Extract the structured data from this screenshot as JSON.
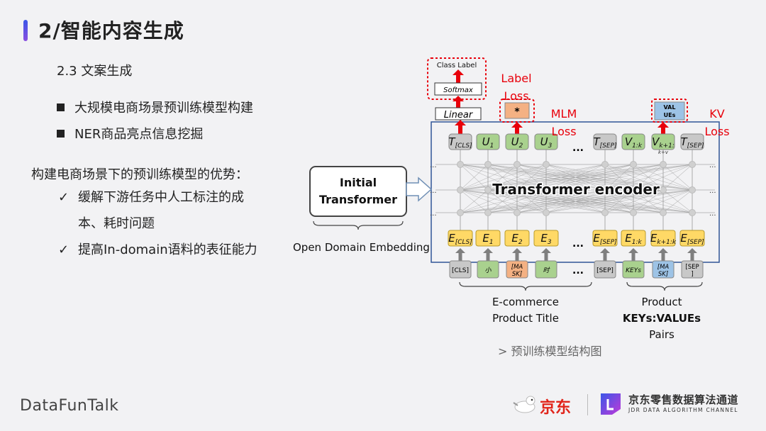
{
  "slide": {
    "title": "2/智能内容生成",
    "section": "2.3 文案生成",
    "bullets": [
      "大规模电商场景预训练模型构建",
      "NER商品亮点信息挖掘"
    ],
    "advantages_title": "构建电商场景下的预训练模型的优势：",
    "advantages": [
      {
        "mark": "✓",
        "lines": [
          "缓解下游任务中人工标注的成",
          "本、耗时问题"
        ]
      },
      {
        "mark": "✓",
        "lines": [
          "提高In-domain语料的表征能力"
        ]
      }
    ]
  },
  "diagram": {
    "initial_transformer": [
      "Initial",
      "Transformer"
    ],
    "open_domain_label": "Open Domain Embedding",
    "encoder_label": "Transformer encoder",
    "class_label": "Class Label",
    "softmax": "Softmax",
    "linear": "Linear",
    "mask_symbol": "*",
    "val_box": [
      "VAL",
      "UEs"
    ],
    "losses": {
      "label": [
        "Label",
        "Loss"
      ],
      "mlm": [
        "MLM",
        "Loss"
      ],
      "kv": [
        "KV",
        "Loss"
      ]
    },
    "output_tokens": [
      {
        "base": "T",
        "sub": "[CLS]"
      },
      {
        "base": "U",
        "sub": "1"
      },
      {
        "base": "U",
        "sub": "2"
      },
      {
        "base": "U",
        "sub": "3"
      },
      {
        "base": "...",
        "sub": ""
      },
      {
        "base": "T",
        "sub": "[SEP]"
      },
      {
        "base": "V",
        "sub": "1:k"
      },
      {
        "base": "V",
        "sub": "k+1:"
      },
      {
        "base": "T",
        "sub": "[SEP]"
      }
    ],
    "output_extra": "k+v",
    "embeddings": [
      {
        "base": "E",
        "sub": "[CLS]"
      },
      {
        "base": "E",
        "sub": "1"
      },
      {
        "base": "E",
        "sub": "2"
      },
      {
        "base": "E",
        "sub": "3"
      },
      {
        "base": "...",
        "sub": ""
      },
      {
        "base": "E",
        "sub": "[SEP]"
      },
      {
        "base": "E",
        "sub": "1:k"
      },
      {
        "base": "E",
        "sub": "k+1:k"
      },
      {
        "base": "E",
        "sub": "[SEP]"
      }
    ],
    "inputs": [
      [
        "[CLS]"
      ],
      [
        "小"
      ],
      [
        "[MA",
        "SK]"
      ],
      [
        "时"
      ],
      [
        "..."
      ],
      [
        "[SEP]"
      ],
      [
        "KEYs"
      ],
      [
        "[MA",
        "SK]"
      ],
      [
        "[SEP",
        "]"
      ]
    ],
    "group_labels": {
      "title": [
        "E-commerce",
        "Product Title"
      ],
      "pairs": [
        "Product",
        "KEYs:VALUEs",
        "Pairs"
      ]
    },
    "caption": "> 预训练模型结构图",
    "colors": {
      "gray": "#c8c8c8",
      "green": "#a9d18e",
      "orange": "#f4b183",
      "yellow": "#ffd966",
      "blue": "#9dc3e6",
      "red": "#e8000b"
    }
  },
  "footer": {
    "left": "DataFunTalk",
    "jd": "京东",
    "channel_cn": "京东零售数据算法通道",
    "channel_en": "JDR DATA ALGORITHM CHANNEL"
  }
}
